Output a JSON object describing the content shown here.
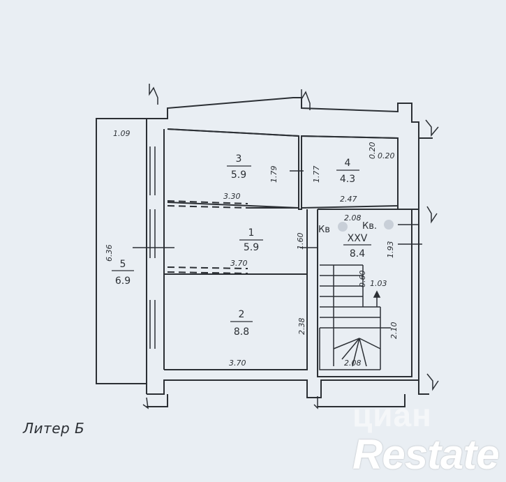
{
  "rooms": [
    {
      "number": "3",
      "area": "5.9"
    },
    {
      "number": "4",
      "area": "4.3"
    },
    {
      "number": "1",
      "area": "5.9"
    },
    {
      "number": "XXV",
      "area": "8.4"
    },
    {
      "number": "5",
      "area": "6.9"
    },
    {
      "number": "2",
      "area": "8.8"
    }
  ],
  "dimensions": {
    "d_109": "1.09",
    "d_179": "1.79",
    "d_177": "1.77",
    "d_020a": "0.20",
    "d_020b": "0.20",
    "d_247": "2.47",
    "d_330": "3.30",
    "d_208_top": "2.08",
    "d_160": "1.60",
    "d_193": "1.93",
    "d_636": "6.36",
    "d_370_mid": "3.70",
    "d_060": "0.60",
    "d_103": "1.03",
    "d_238": "2.38",
    "d_210": "2.10",
    "d_370_bottom": "3.70",
    "d_208_bottom": "2.08"
  },
  "annotations": {
    "kv_left": "Кв",
    "kv_right": "Кв."
  },
  "caption": "Литер Б",
  "watermarks": {
    "cian": "циан",
    "restate": "Restate"
  },
  "colors": {
    "paper": "#e9eef3",
    "ink": "#2b2f34"
  }
}
